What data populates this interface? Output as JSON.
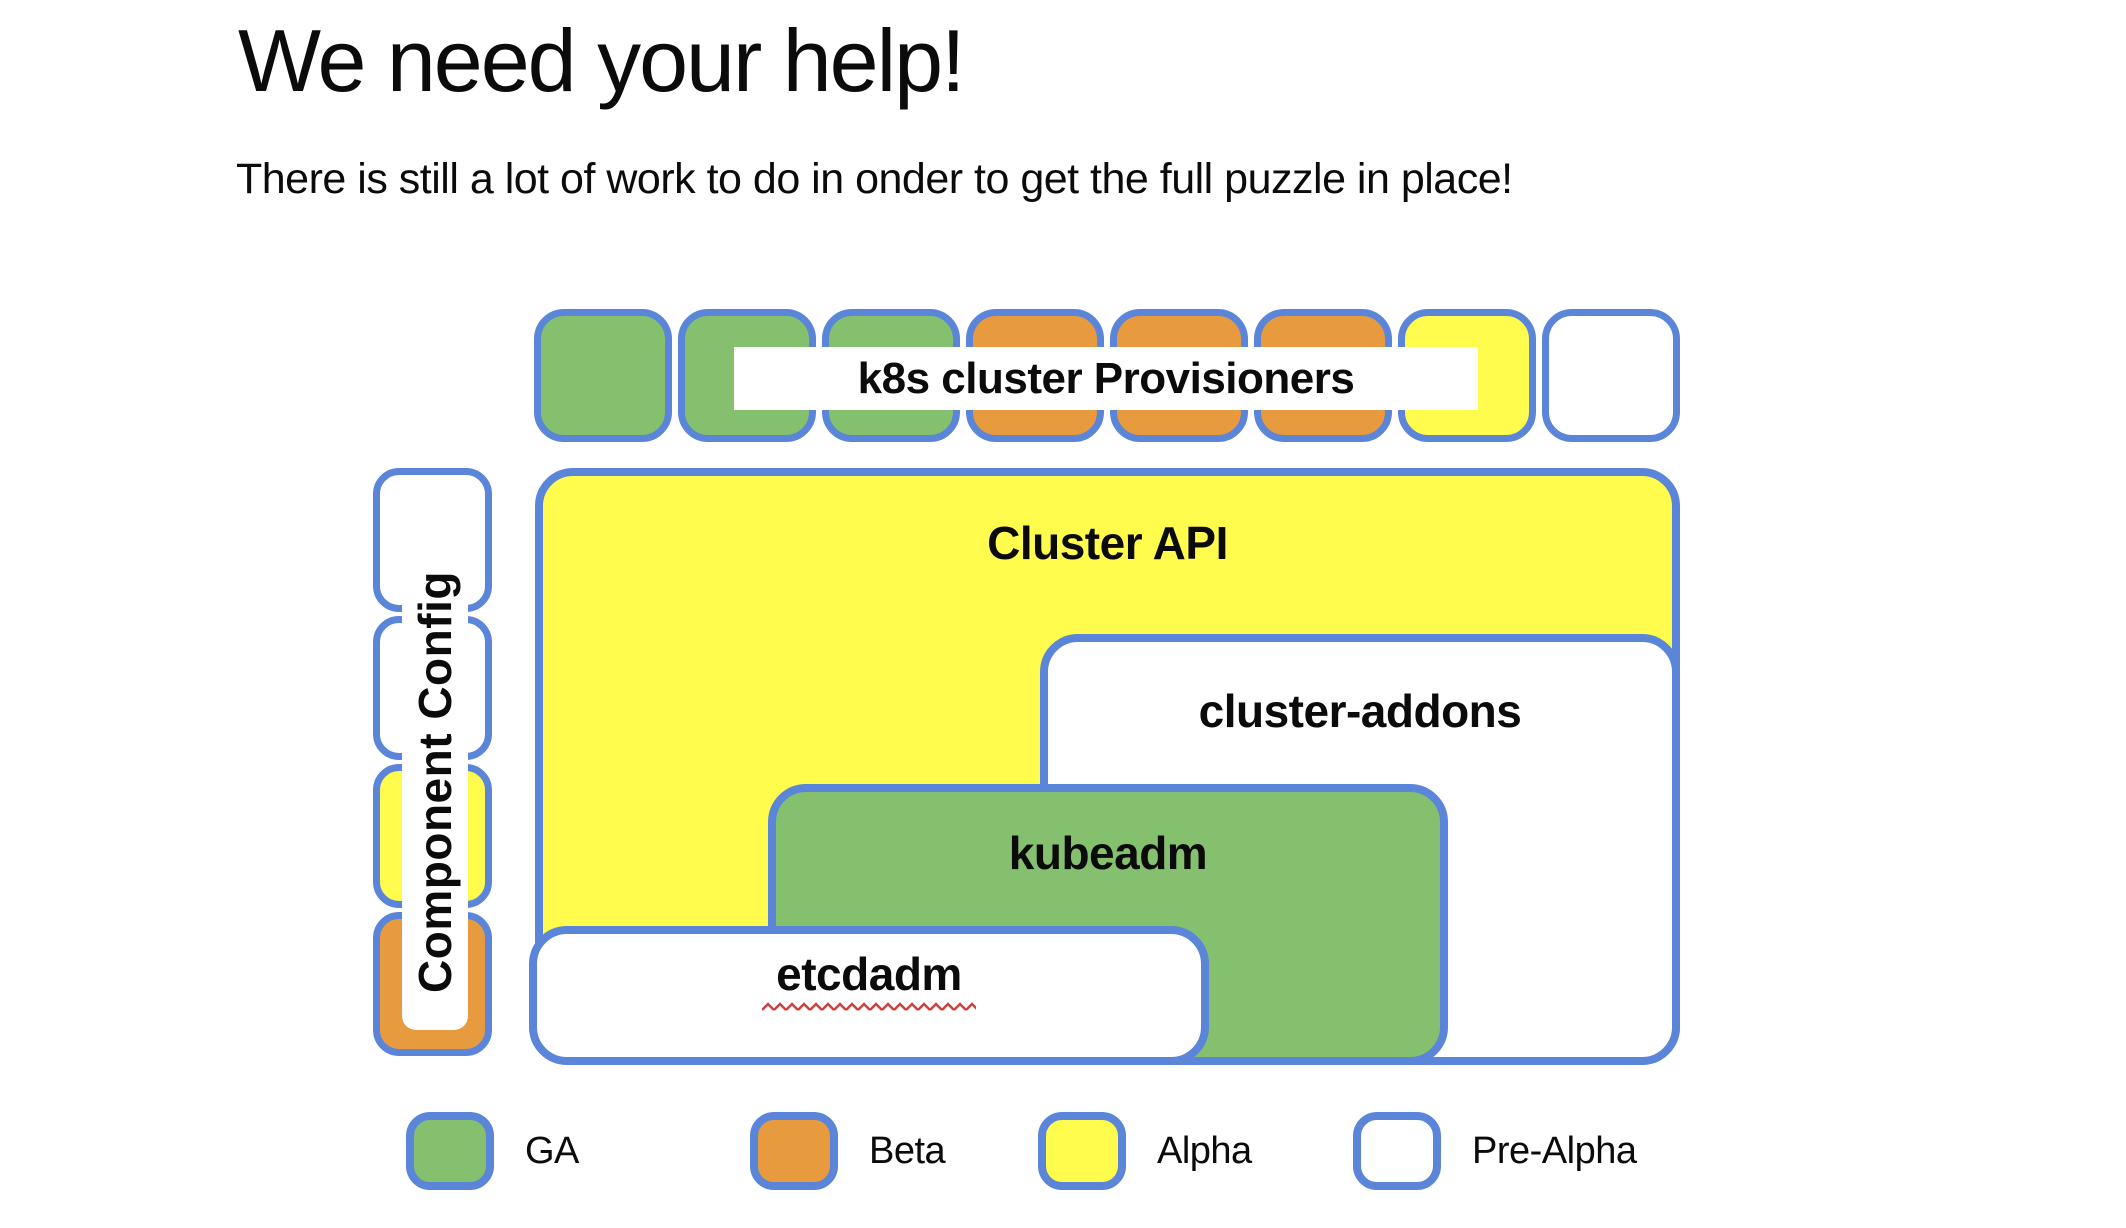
{
  "header": {
    "title": "We need your help!",
    "subtitle": "There is still a lot of work to do in onder to get the full puzzle in place!"
  },
  "colors": {
    "ga_green": "#85c06f",
    "beta_orange": "#e89b3e",
    "alpha_yellow": "#fffc4d",
    "prealpha_white": "#ffffff",
    "border_blue": "#5b85d9",
    "squiggle_red": "#cc4040",
    "text_black": "#0b0b0b"
  },
  "diagram": {
    "provisioners": {
      "label": "k8s cluster Provisioners",
      "squares": [
        {
          "status": "GA",
          "color": "#85c06f"
        },
        {
          "status": "GA",
          "color": "#85c06f"
        },
        {
          "status": "GA",
          "color": "#85c06f"
        },
        {
          "status": "Beta",
          "color": "#e89b3e"
        },
        {
          "status": "Beta",
          "color": "#e89b3e"
        },
        {
          "status": "Beta",
          "color": "#e89b3e"
        },
        {
          "status": "Alpha",
          "color": "#fffc4d"
        },
        {
          "status": "Pre-Alpha",
          "color": "#ffffff"
        }
      ]
    },
    "component_config": {
      "label": "Component Config",
      "squares": [
        {
          "status": "Pre-Alpha",
          "color": "#ffffff"
        },
        {
          "status": "Pre-Alpha",
          "color": "#ffffff"
        },
        {
          "status": "Alpha",
          "color": "#fffc4d"
        },
        {
          "status": "Beta",
          "color": "#e89b3e"
        }
      ]
    },
    "boxes": {
      "cluster_api": {
        "label": "Cluster API",
        "status": "Alpha",
        "color": "#fffc4d"
      },
      "cluster_addons": {
        "label": "cluster-addons",
        "status": "Pre-Alpha",
        "color": "#ffffff"
      },
      "kubeadm": {
        "label": "kubeadm",
        "status": "GA",
        "color": "#85c06f"
      },
      "etcdadm": {
        "label": "etcdadm",
        "status": "Pre-Alpha",
        "color": "#ffffff",
        "spellcheck_underline": true
      }
    }
  },
  "legend": {
    "items": [
      {
        "label": "GA",
        "color": "#85c06f"
      },
      {
        "label": "Beta",
        "color": "#e89b3e"
      },
      {
        "label": "Alpha",
        "color": "#fffc4d"
      },
      {
        "label": "Pre-Alpha",
        "color": "#ffffff"
      }
    ]
  }
}
